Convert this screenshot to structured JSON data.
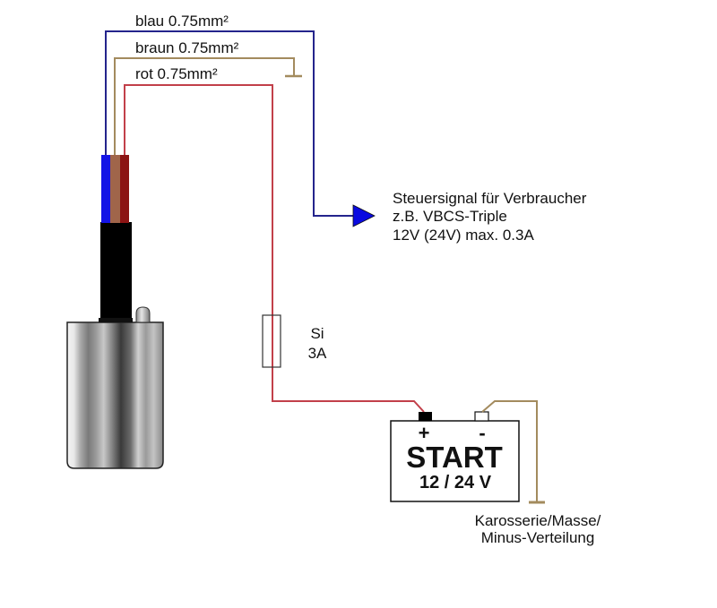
{
  "wires": {
    "blue": {
      "label": "blau 0.75mm²",
      "line_color": "#24248c",
      "sheath_color": "#1414e6"
    },
    "brown": {
      "label": "braun 0.75mm²",
      "line_color": "#a38b5e",
      "sheath_color": "#a0654a"
    },
    "red": {
      "label": "rot 0.75mm²",
      "line_color": "#c2404a",
      "sheath_color": "#8c1414"
    }
  },
  "signal_output": {
    "arrow_color": "#0a0ae0",
    "lines": [
      "Steuersignal für Verbraucher",
      "z.B. VBCS-Triple",
      "12V (24V) max. 0.3A"
    ]
  },
  "fuse": {
    "name": "Si",
    "rating": "3A"
  },
  "battery": {
    "plus_label": "+",
    "minus_label": "-",
    "title": "START",
    "voltage": "12 / 24 V"
  },
  "ground": {
    "lines": [
      "Karosserie/Masse/",
      "Minus-Verteilung"
    ]
  }
}
